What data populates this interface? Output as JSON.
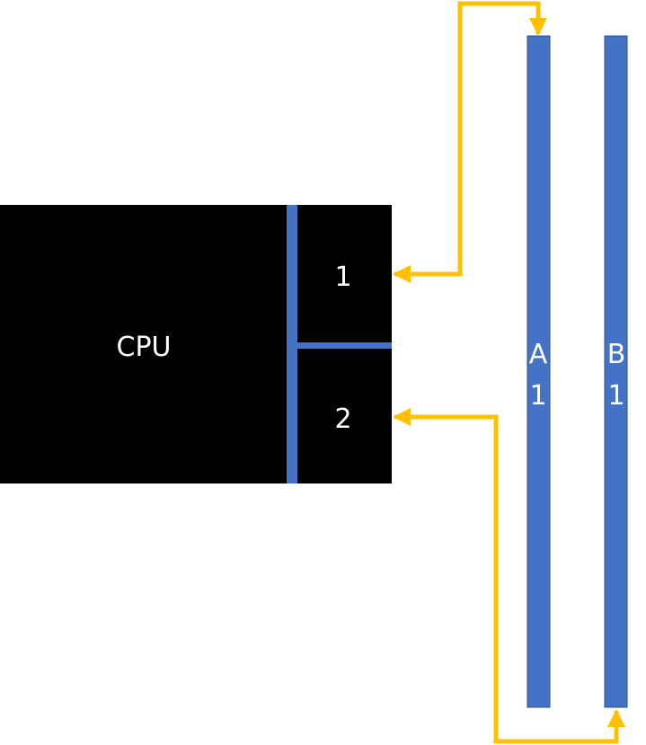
{
  "cpu": {
    "label": "CPU",
    "channel_top_label": "1",
    "channel_bottom_label": "2"
  },
  "memory_slots": [
    {
      "letter": "A",
      "number": "1"
    },
    {
      "letter": "B",
      "number": "1"
    }
  ],
  "colors": {
    "cpu_fill": "#000000",
    "bus": "#4472c4",
    "connector": "#ffc000",
    "background": "#ffffff",
    "text": "#ffffff"
  }
}
